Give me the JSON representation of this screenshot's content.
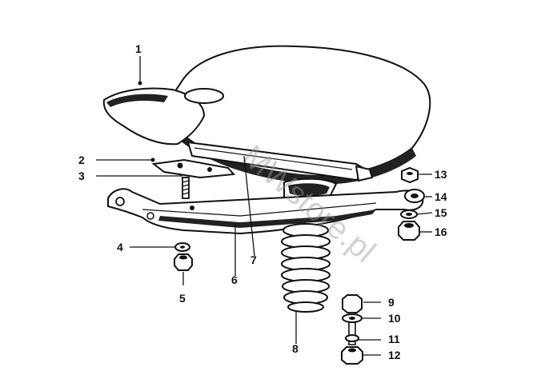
{
  "watermark": "MWstore.pl",
  "callouts": [
    {
      "id": "c1",
      "text": "1"
    },
    {
      "id": "c2",
      "text": "2"
    },
    {
      "id": "c3",
      "text": "3"
    },
    {
      "id": "c4",
      "text": "4"
    },
    {
      "id": "c5",
      "text": "5"
    },
    {
      "id": "c6",
      "text": "6"
    },
    {
      "id": "c7",
      "text": "7"
    },
    {
      "id": "c8",
      "text": "8"
    },
    {
      "id": "c9",
      "text": "9"
    },
    {
      "id": "c10",
      "text": "10"
    },
    {
      "id": "c11",
      "text": "11"
    },
    {
      "id": "c12",
      "text": "12"
    },
    {
      "id": "c13",
      "text": "13"
    },
    {
      "id": "c14",
      "text": "14"
    },
    {
      "id": "c15",
      "text": "15"
    },
    {
      "id": "c16",
      "text": "16"
    }
  ]
}
